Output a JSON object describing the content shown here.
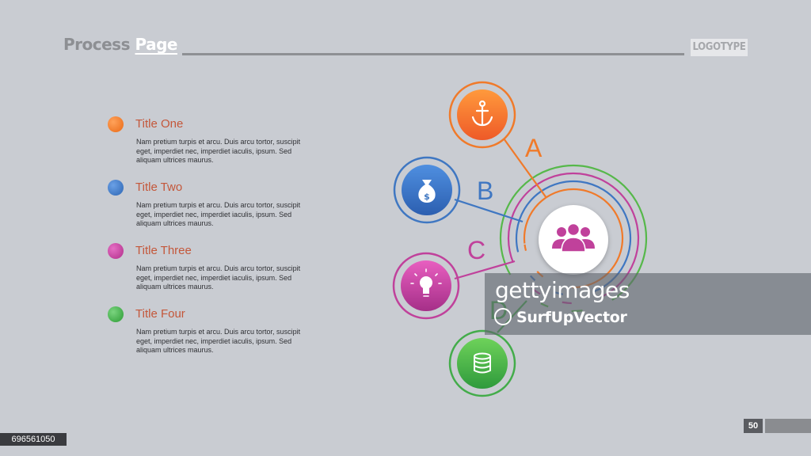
{
  "header": {
    "title_part1": "Process",
    "title_part2": "Page",
    "logotype": "LOGOTYPE"
  },
  "items": [
    {
      "title": "Title One",
      "body": "Nam pretium turpis et arcu. Duis arcu tortor, suscipit eget, imperdiet nec, imperdiet iaculis, ipsum. Sed aliquam ultrices maurus.",
      "color": "#f07a2a"
    },
    {
      "title": "Title Two",
      "body": "Nam pretium turpis et arcu. Duis arcu tortor, suscipit eget, imperdiet nec, imperdiet iaculis, ipsum. Sed aliquam ultrices maurus.",
      "color": "#3f77c2"
    },
    {
      "title": "Title Three",
      "body": "Nam pretium turpis et arcu. Duis arcu tortor, suscipit eget, imperdiet nec, imperdiet iaculis, ipsum. Sed aliquam ultrices maurus.",
      "color": "#c0419b"
    },
    {
      "title": "Title Four",
      "body": "Nam pretium turpis et arcu. Duis arcu tortor, suscipit eget, imperdiet nec, imperdiet iaculis, ipsum. Sed aliquam ultrices maurus.",
      "color": "#43ac4a"
    }
  ],
  "diagram": {
    "nodes": [
      {
        "letter": "A",
        "icon": "anchor-icon",
        "color": "#f07a2a"
      },
      {
        "letter": "B",
        "icon": "money-bag-icon",
        "color": "#3f77c2"
      },
      {
        "letter": "C",
        "icon": "lightbulb-icon",
        "color": "#c0419b"
      },
      {
        "letter": "D",
        "icon": "coins-stack-icon",
        "color": "#43ac4a"
      }
    ],
    "center_icon": "people-group-icon",
    "center_icon_color": "#c0419b"
  },
  "watermark": {
    "brand": "gettyimages",
    "credit": "SurfUpVector"
  },
  "footer": {
    "page_number": "50",
    "image_id": "696561050"
  }
}
